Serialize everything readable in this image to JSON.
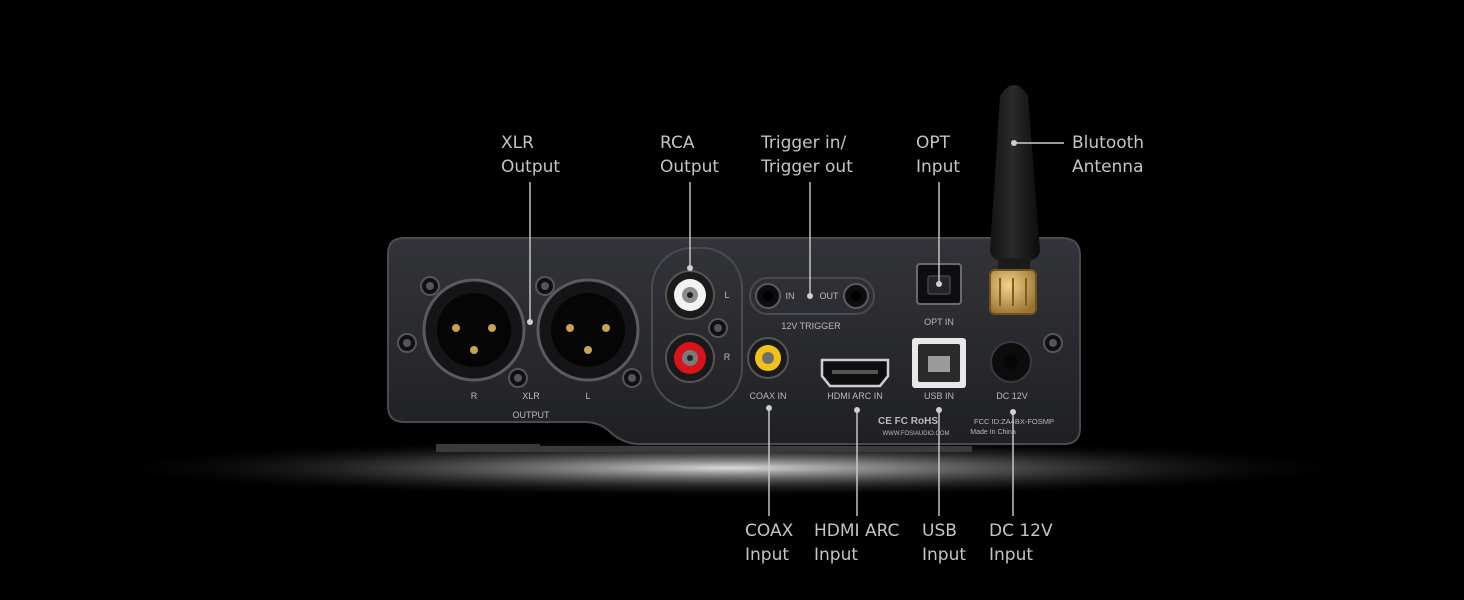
{
  "callouts": {
    "xlr_output": [
      "XLR",
      "Output"
    ],
    "rca_output": [
      "RCA",
      "Output"
    ],
    "trigger": [
      "Trigger in/",
      "Trigger out"
    ],
    "opt_input": [
      "OPT",
      "Input"
    ],
    "bt_antenna": [
      "Blutooth",
      "Antenna"
    ],
    "coax_input": [
      "COAX",
      "Input"
    ],
    "hdmi_arc": [
      "HDMI ARC",
      "Input"
    ],
    "usb_input": [
      "USB",
      "Input"
    ],
    "dc_input": [
      "DC 12V",
      "Input"
    ]
  },
  "panel_labels": {
    "xlr_r": "R",
    "xlr": "XLR",
    "xlr_l": "L",
    "output": "OUTPUT",
    "rca_l": "L",
    "rca_r": "R",
    "trig_in": "IN",
    "trig_out": "OUT",
    "trigger_12v": "12V TRIGGER",
    "opt_in": "OPT IN",
    "coax_in": "COAX IN",
    "hdmi_arc_in": "HDMI ARC IN",
    "usb_in": "USB IN",
    "dc_12v": "DC 12V",
    "certs": "CE FC RoHS",
    "website": "WWW.FOSIAUDIO.COM",
    "fcc_id": "FCC ID:ZA4BX-FOSMP",
    "made_in": "Made In China"
  },
  "colors": {
    "background": "#000000",
    "chassis": "#26272b",
    "callout_text": "#c4c4c4",
    "leader_line": "#cfcfcf",
    "rca_white": "#f2f2f2",
    "rca_red": "#d8141a",
    "coax_yellow": "#f3c218",
    "gold_pin": "#c9a24e"
  }
}
